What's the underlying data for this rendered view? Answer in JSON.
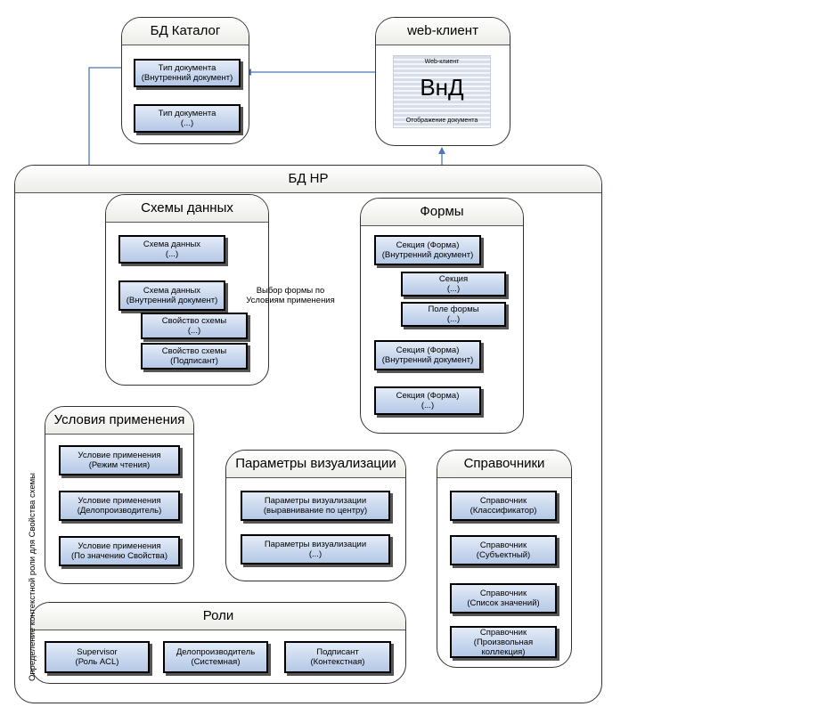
{
  "panels": {
    "catalog": "БД Каталог",
    "web": "web-клиент",
    "np": "БД НР",
    "schemes": "Схемы данных",
    "forms": "Формы",
    "conditions": "Условия применения",
    "visual": "Параметры визуализации",
    "refs": "Справочники",
    "roles": "Роли"
  },
  "web_image": {
    "top": "Web-клиент",
    "main": "ВнД",
    "bottom": "Отображение документа"
  },
  "catalog": {
    "doc_type_internal": "Тип документа\n(Внутренний документ)",
    "doc_type_other": "Тип документа\n(...)"
  },
  "schemes": {
    "scheme_other": "Схема данных\n(...)",
    "scheme_internal": "Схема данных\n(Внутренний документ)",
    "prop_other": "Свойство схемы\n(...)",
    "prop_signer": "Свойство схемы\n(Подписант)"
  },
  "forms": {
    "section_internal_1": "Секция (Форма)\n(Внутренний документ)",
    "section_sub": "Секция\n(...)",
    "form_field": "Поле формы\n(...)",
    "section_internal_2": "Секция (Форма)\n(Внутренний документ)",
    "section_other": "Секция (Форма)\n(...)"
  },
  "conditions": {
    "read_mode": "Условие применения\n(Режим чтения)",
    "clerk": "Условие применения\n(Делопроизводитель)",
    "by_property": "Условие применения\n(По значению Свойства)"
  },
  "visual": {
    "center": "Параметры визуализации\n(выравнивание по центру)",
    "other": "Параметры визуализации\n(...)"
  },
  "refs": {
    "classifier": "Справочник\n(Классификатор)",
    "subject": "Справочник\n(Субъектный)",
    "value_list": "Справочник\n(Список значений)",
    "custom": "Справочник\n(Произвольная\nколлекция)"
  },
  "roles": {
    "supervisor": "Supervisor\n(Роль ACL)",
    "clerk": "Делопроизводитель\n(Системная)",
    "signer": "Подписант\n(Контекстная)"
  },
  "annotations": {
    "form_choice": "Выбор формы по\nУсловиям применения",
    "context_role": "Определение контекстной роли для Свойства схемы"
  },
  "colors": {
    "connector": "#4a78b8",
    "node_fill": "#c6d5ec",
    "border": "#000000"
  }
}
